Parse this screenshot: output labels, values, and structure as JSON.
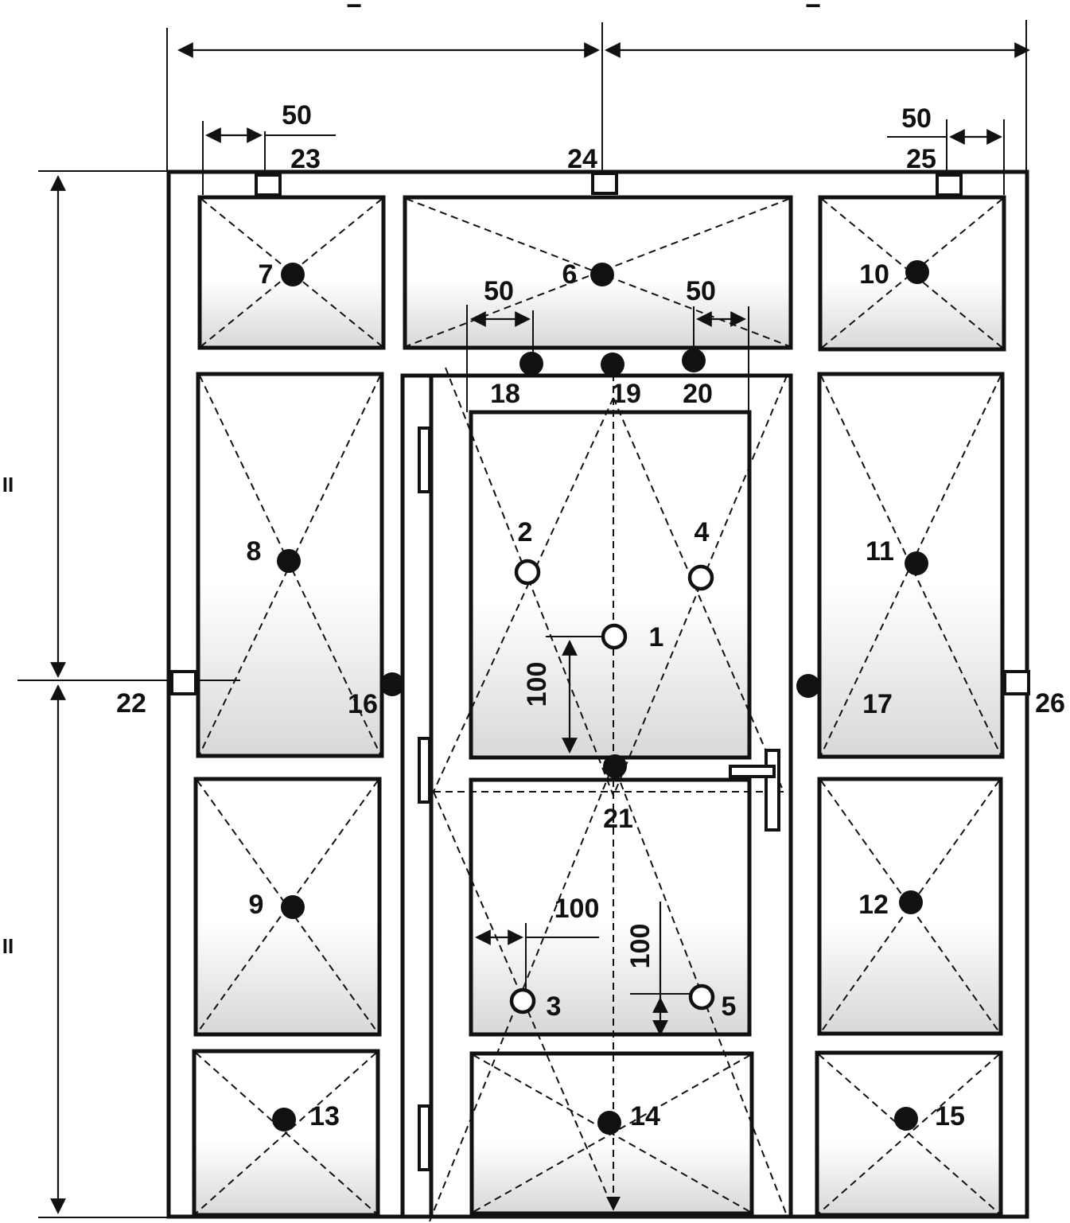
{
  "equal_marks": [
    "=",
    "=",
    "II",
    "II"
  ],
  "points": [
    {
      "id": "1",
      "kind": "open"
    },
    {
      "id": "2",
      "kind": "open"
    },
    {
      "id": "3",
      "kind": "open"
    },
    {
      "id": "4",
      "kind": "open"
    },
    {
      "id": "5",
      "kind": "open"
    },
    {
      "id": "6",
      "kind": "fixed"
    },
    {
      "id": "7",
      "kind": "fixed"
    },
    {
      "id": "8",
      "kind": "fixed"
    },
    {
      "id": "9",
      "kind": "fixed"
    },
    {
      "id": "10",
      "kind": "fixed"
    },
    {
      "id": "11",
      "kind": "fixed"
    },
    {
      "id": "12",
      "kind": "fixed"
    },
    {
      "id": "13",
      "kind": "fixed"
    },
    {
      "id": "14",
      "kind": "fixed"
    },
    {
      "id": "15",
      "kind": "fixed"
    },
    {
      "id": "16",
      "kind": "fixed"
    },
    {
      "id": "17",
      "kind": "fixed"
    },
    {
      "id": "18",
      "kind": "fixed"
    },
    {
      "id": "19",
      "kind": "fixed"
    },
    {
      "id": "20",
      "kind": "fixed"
    },
    {
      "id": "21",
      "kind": "fixed"
    }
  ],
  "anchors": [
    "22",
    "23",
    "24",
    "25",
    "26"
  ],
  "dimensions": [
    "50",
    "50",
    "50",
    "50",
    "100",
    "100",
    "100"
  ]
}
